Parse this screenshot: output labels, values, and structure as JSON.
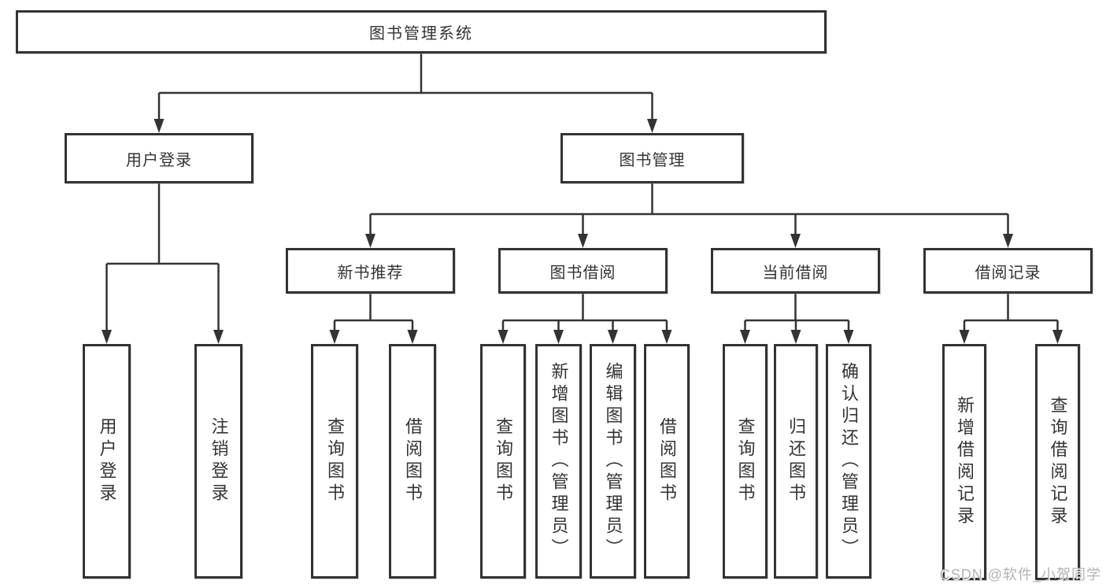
{
  "diagram": {
    "root": {
      "label": "图书管理系统"
    },
    "level2": [
      {
        "label": "用户登录"
      },
      {
        "label": "图书管理"
      }
    ],
    "level3": [
      {
        "label": "新书推荐"
      },
      {
        "label": "图书借阅"
      },
      {
        "label": "当前借阅"
      },
      {
        "label": "借阅记录"
      }
    ],
    "leaves": [
      {
        "label": "用户登录"
      },
      {
        "label": "注销登录"
      },
      {
        "label": "查询图书"
      },
      {
        "label": "借阅图书"
      },
      {
        "label": "查询图书"
      },
      {
        "label": "新增图书（管理员）"
      },
      {
        "label": "编辑图书（管理员）"
      },
      {
        "label": "借阅图书"
      },
      {
        "label": "查询图书"
      },
      {
        "label": "归还图书"
      },
      {
        "label": "确认归还（管理员）"
      },
      {
        "label": "新增借阅记录"
      },
      {
        "label": "查询借阅记录"
      }
    ]
  },
  "watermark": {
    "text": "CSDN @软件_小贺同学"
  },
  "colors": {
    "line": "#333333",
    "box_border": "#333333",
    "text": "#333333",
    "background": "#ffffff",
    "watermark": "#b3b3b3"
  }
}
